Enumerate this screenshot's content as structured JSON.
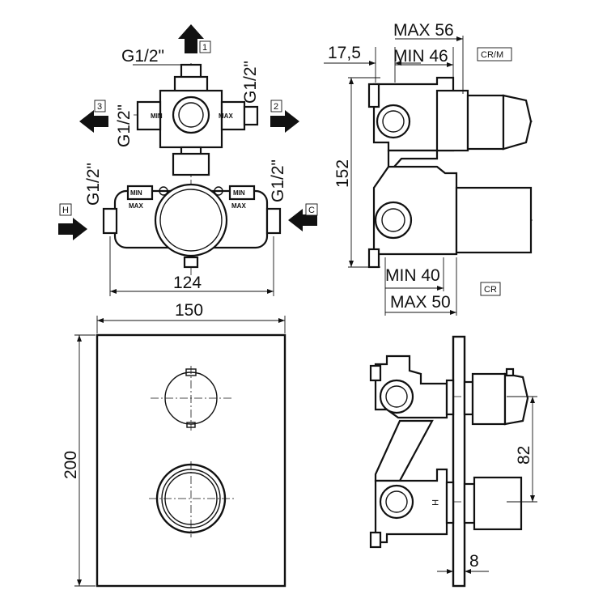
{
  "thread": "G1/2\"",
  "ports": {
    "p1": "1",
    "p2": "2",
    "p3": "3",
    "hot": "H",
    "cold": "C"
  },
  "valve_marks": {
    "min": "MIN",
    "max": "MAX"
  },
  "dimensions": {
    "width_body": "124",
    "plate_width": "150",
    "plate_height": "200",
    "depth_max_top": "MAX 56",
    "depth_min_top": "MIN 46",
    "offset": "17,5",
    "height_body": "152",
    "depth_min_bottom": "MIN 40",
    "depth_max_bottom": "MAX 50",
    "axis_distance": "82",
    "plate_thickness": "8"
  },
  "finish_labels": {
    "top": "CR/M",
    "bottom": "CR"
  },
  "side_marks": {
    "hot_side": "H"
  }
}
